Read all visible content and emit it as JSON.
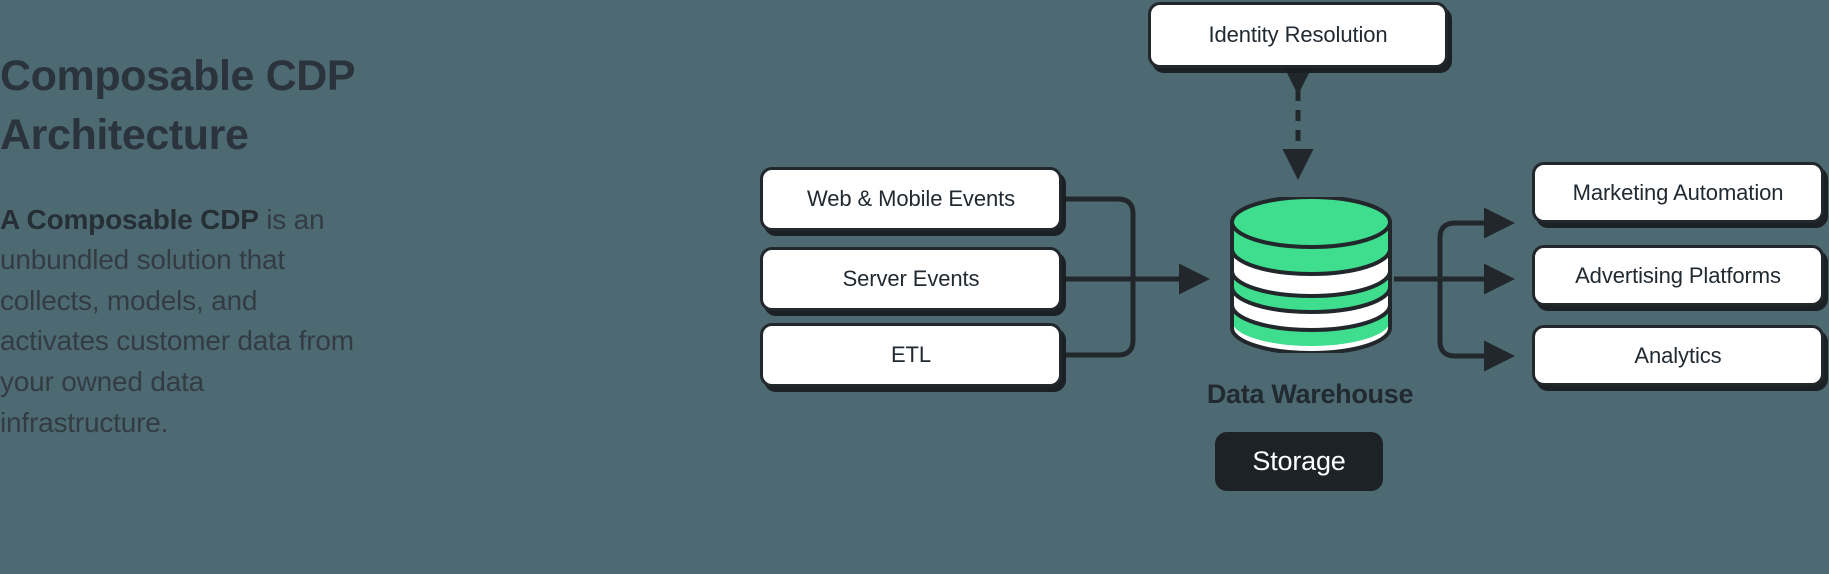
{
  "theme": {
    "background": "#4d6a72",
    "ink": "#21272b",
    "box_fill": "#ffffff",
    "accent_green": "#3fdd8e",
    "badge_fill": "#1d2226",
    "badge_text": "#ffffff"
  },
  "left_panel": {
    "title": "Composable CDP Architecture",
    "paragraph_lead": "A Composable CDP",
    "paragraph_rest": " is an unbundled solution that collects, models, and activates customer data from your owned data infrastructure."
  },
  "diagram": {
    "type": "flow-diagram",
    "sources": [
      {
        "id": "web-mobile-events",
        "label": "Web & Mobile Events"
      },
      {
        "id": "server-events",
        "label": "Server Events"
      },
      {
        "id": "etl",
        "label": "ETL"
      }
    ],
    "center": {
      "id": "data-warehouse",
      "label": "Data Warehouse",
      "badge": "Storage",
      "shape": "cylinder"
    },
    "overlay": {
      "id": "identity-resolution",
      "label": "Identity Resolution",
      "connector": "bidirectional-dashed"
    },
    "destinations": [
      {
        "id": "marketing-automation",
        "label": "Marketing Automation"
      },
      {
        "id": "advertising-platforms",
        "label": "Advertising Platforms"
      },
      {
        "id": "analytics",
        "label": "Analytics"
      }
    ],
    "connectors": [
      {
        "from": "sources",
        "to": "data-warehouse",
        "style": "solid",
        "arrow": "single"
      },
      {
        "from": "data-warehouse",
        "to": "destinations",
        "style": "solid",
        "arrow": "single"
      },
      {
        "from": "identity-resolution",
        "to": "data-warehouse",
        "style": "dashed",
        "arrow": "double"
      }
    ]
  }
}
